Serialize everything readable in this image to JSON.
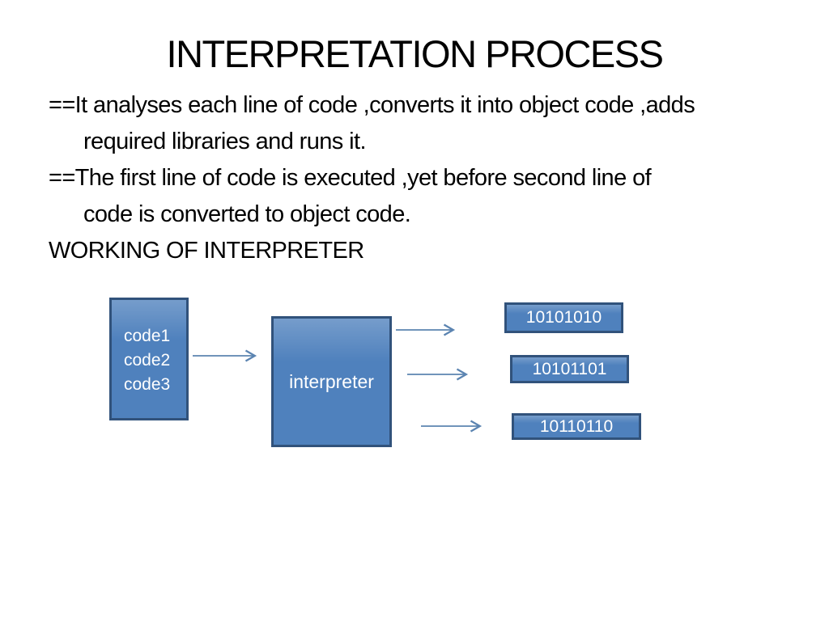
{
  "colors": {
    "background": "#ffffff",
    "text": "#000000",
    "box_fill": "#4f81bd",
    "box_border": "#31527b",
    "box_text": "#ffffff",
    "arrow": "#5b84b1"
  },
  "slide": {
    "title": "INTERPRETATION PROCESS",
    "body_lines": [
      {
        "text": "==It analyses each line of code ,converts it into object code ,adds"
      },
      {
        "text": "required libraries and runs it."
      },
      {
        "text": "==The first line of code is executed ,yet before second line of"
      },
      {
        "text": "code is converted to object code."
      },
      {
        "text": "WORKING OF INTERPRETER"
      }
    ]
  },
  "diagram": {
    "source_box": {
      "lines": [
        "code1",
        "code2",
        "code3"
      ]
    },
    "process_box": {
      "label": "interpreter"
    },
    "output_boxes": [
      {
        "label": "10101010"
      },
      {
        "label": "10101101"
      },
      {
        "label": "10110110"
      }
    ]
  }
}
